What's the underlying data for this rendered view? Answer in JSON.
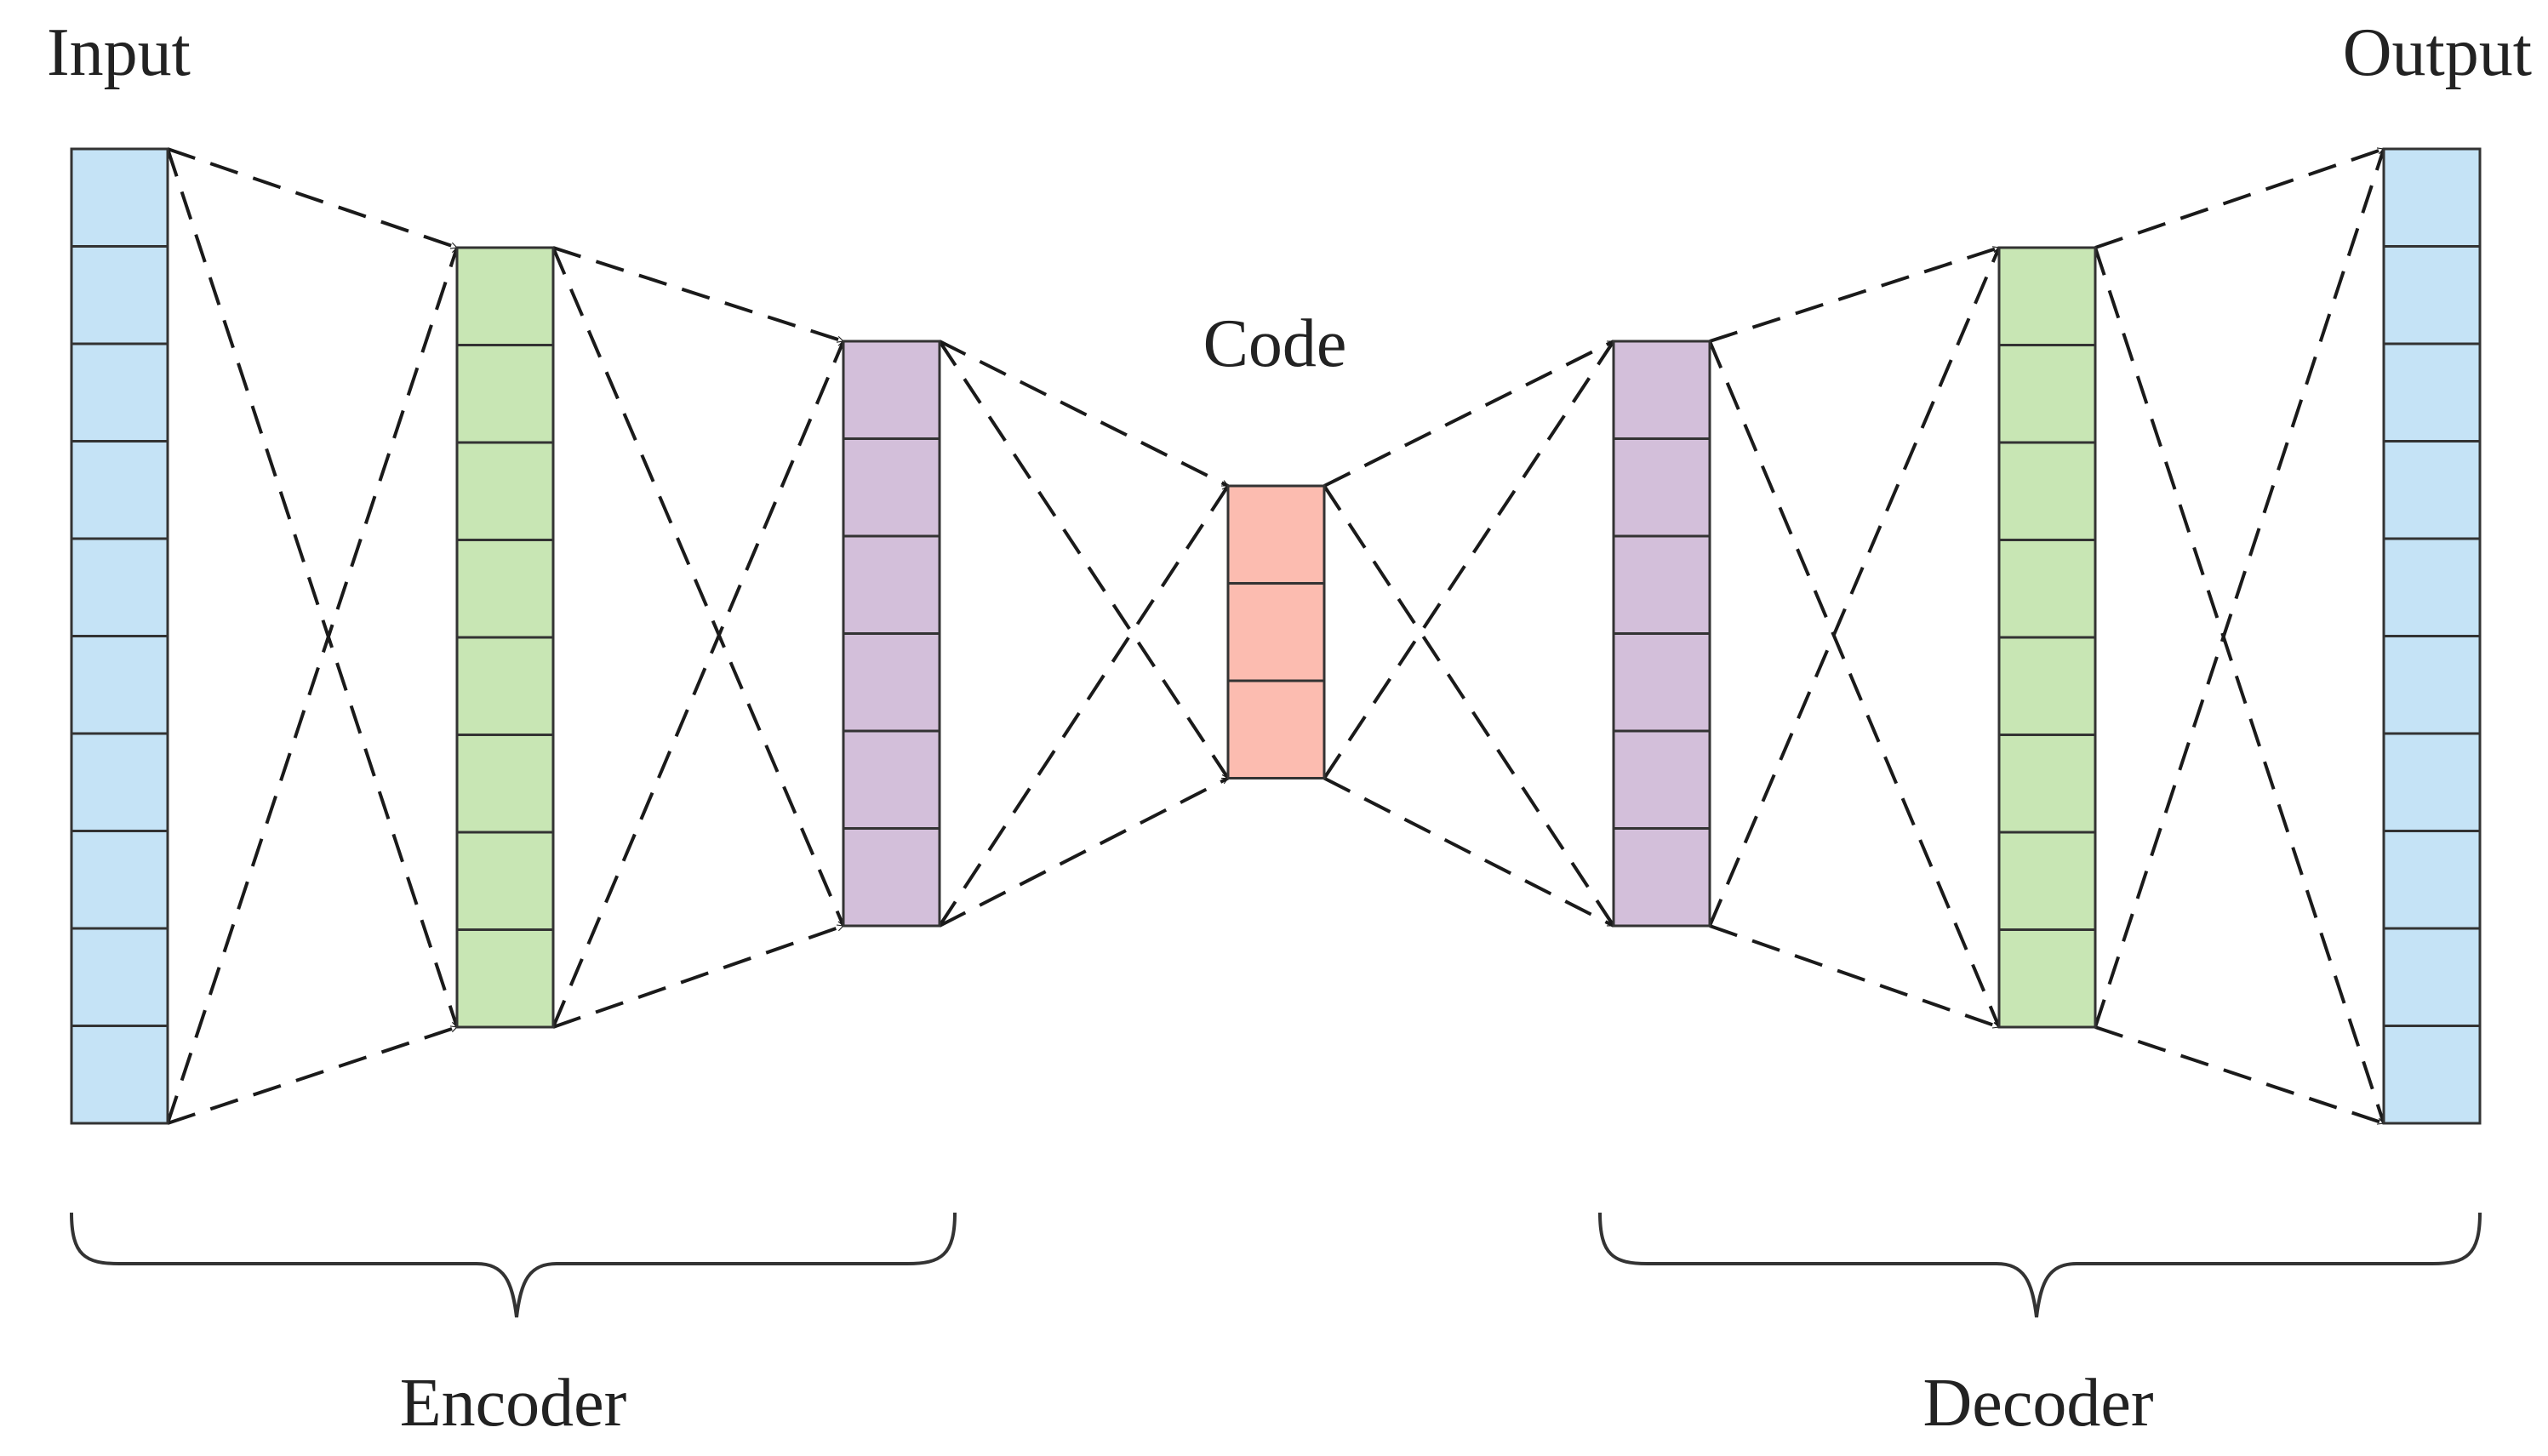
{
  "labels": {
    "input": "Input",
    "output": "Output",
    "code": "Code",
    "encoder": "Encoder",
    "decoder": "Decoder"
  },
  "colors": {
    "input_output": "#c5e3f6",
    "layer_2": "#c8e6b4",
    "layer_3": "#d3bfda",
    "code": "#fcbcb0",
    "edge": "#1a1a1a",
    "cell_border": "#333333"
  },
  "layers": [
    {
      "id": "input-layer",
      "role": "input",
      "units": 10,
      "color_key": "input_output"
    },
    {
      "id": "encoder-hidden-1",
      "role": "encoder",
      "units": 8,
      "color_key": "layer_2"
    },
    {
      "id": "encoder-hidden-2",
      "role": "encoder",
      "units": 6,
      "color_key": "layer_3"
    },
    {
      "id": "code-layer",
      "role": "code",
      "units": 3,
      "color_key": "code"
    },
    {
      "id": "decoder-hidden-1",
      "role": "decoder",
      "units": 6,
      "color_key": "layer_3"
    },
    {
      "id": "decoder-hidden-2",
      "role": "decoder",
      "units": 8,
      "color_key": "layer_2"
    },
    {
      "id": "output-layer",
      "role": "output",
      "units": 10,
      "color_key": "input_output"
    }
  ]
}
